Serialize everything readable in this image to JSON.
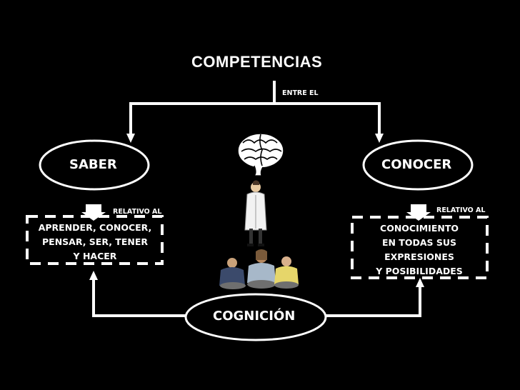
{
  "title": "COMPETENCIAS",
  "connector_top": "ENTRE EL",
  "left_node": {
    "label": "SABER",
    "relation": "RELATIVO AL",
    "box_lines": [
      "APRENDER, CONOCER,",
      "PENSAR, SER, TENER",
      "Y HACER"
    ]
  },
  "right_node": {
    "label": "CONOCER",
    "relation": "RELATIVO AL",
    "box_lines": [
      "CONOCIMIENTO",
      "EN TODAS SUS",
      "EXPRESIONES",
      "Y POSIBILIDADES"
    ]
  },
  "bottom_node": {
    "label": "COGNICIÓN"
  },
  "icons": [
    "brain-icon",
    "teacher-icon",
    "audience-icon"
  ],
  "colors": {
    "background": "#000000",
    "foreground": "#ffffff"
  }
}
